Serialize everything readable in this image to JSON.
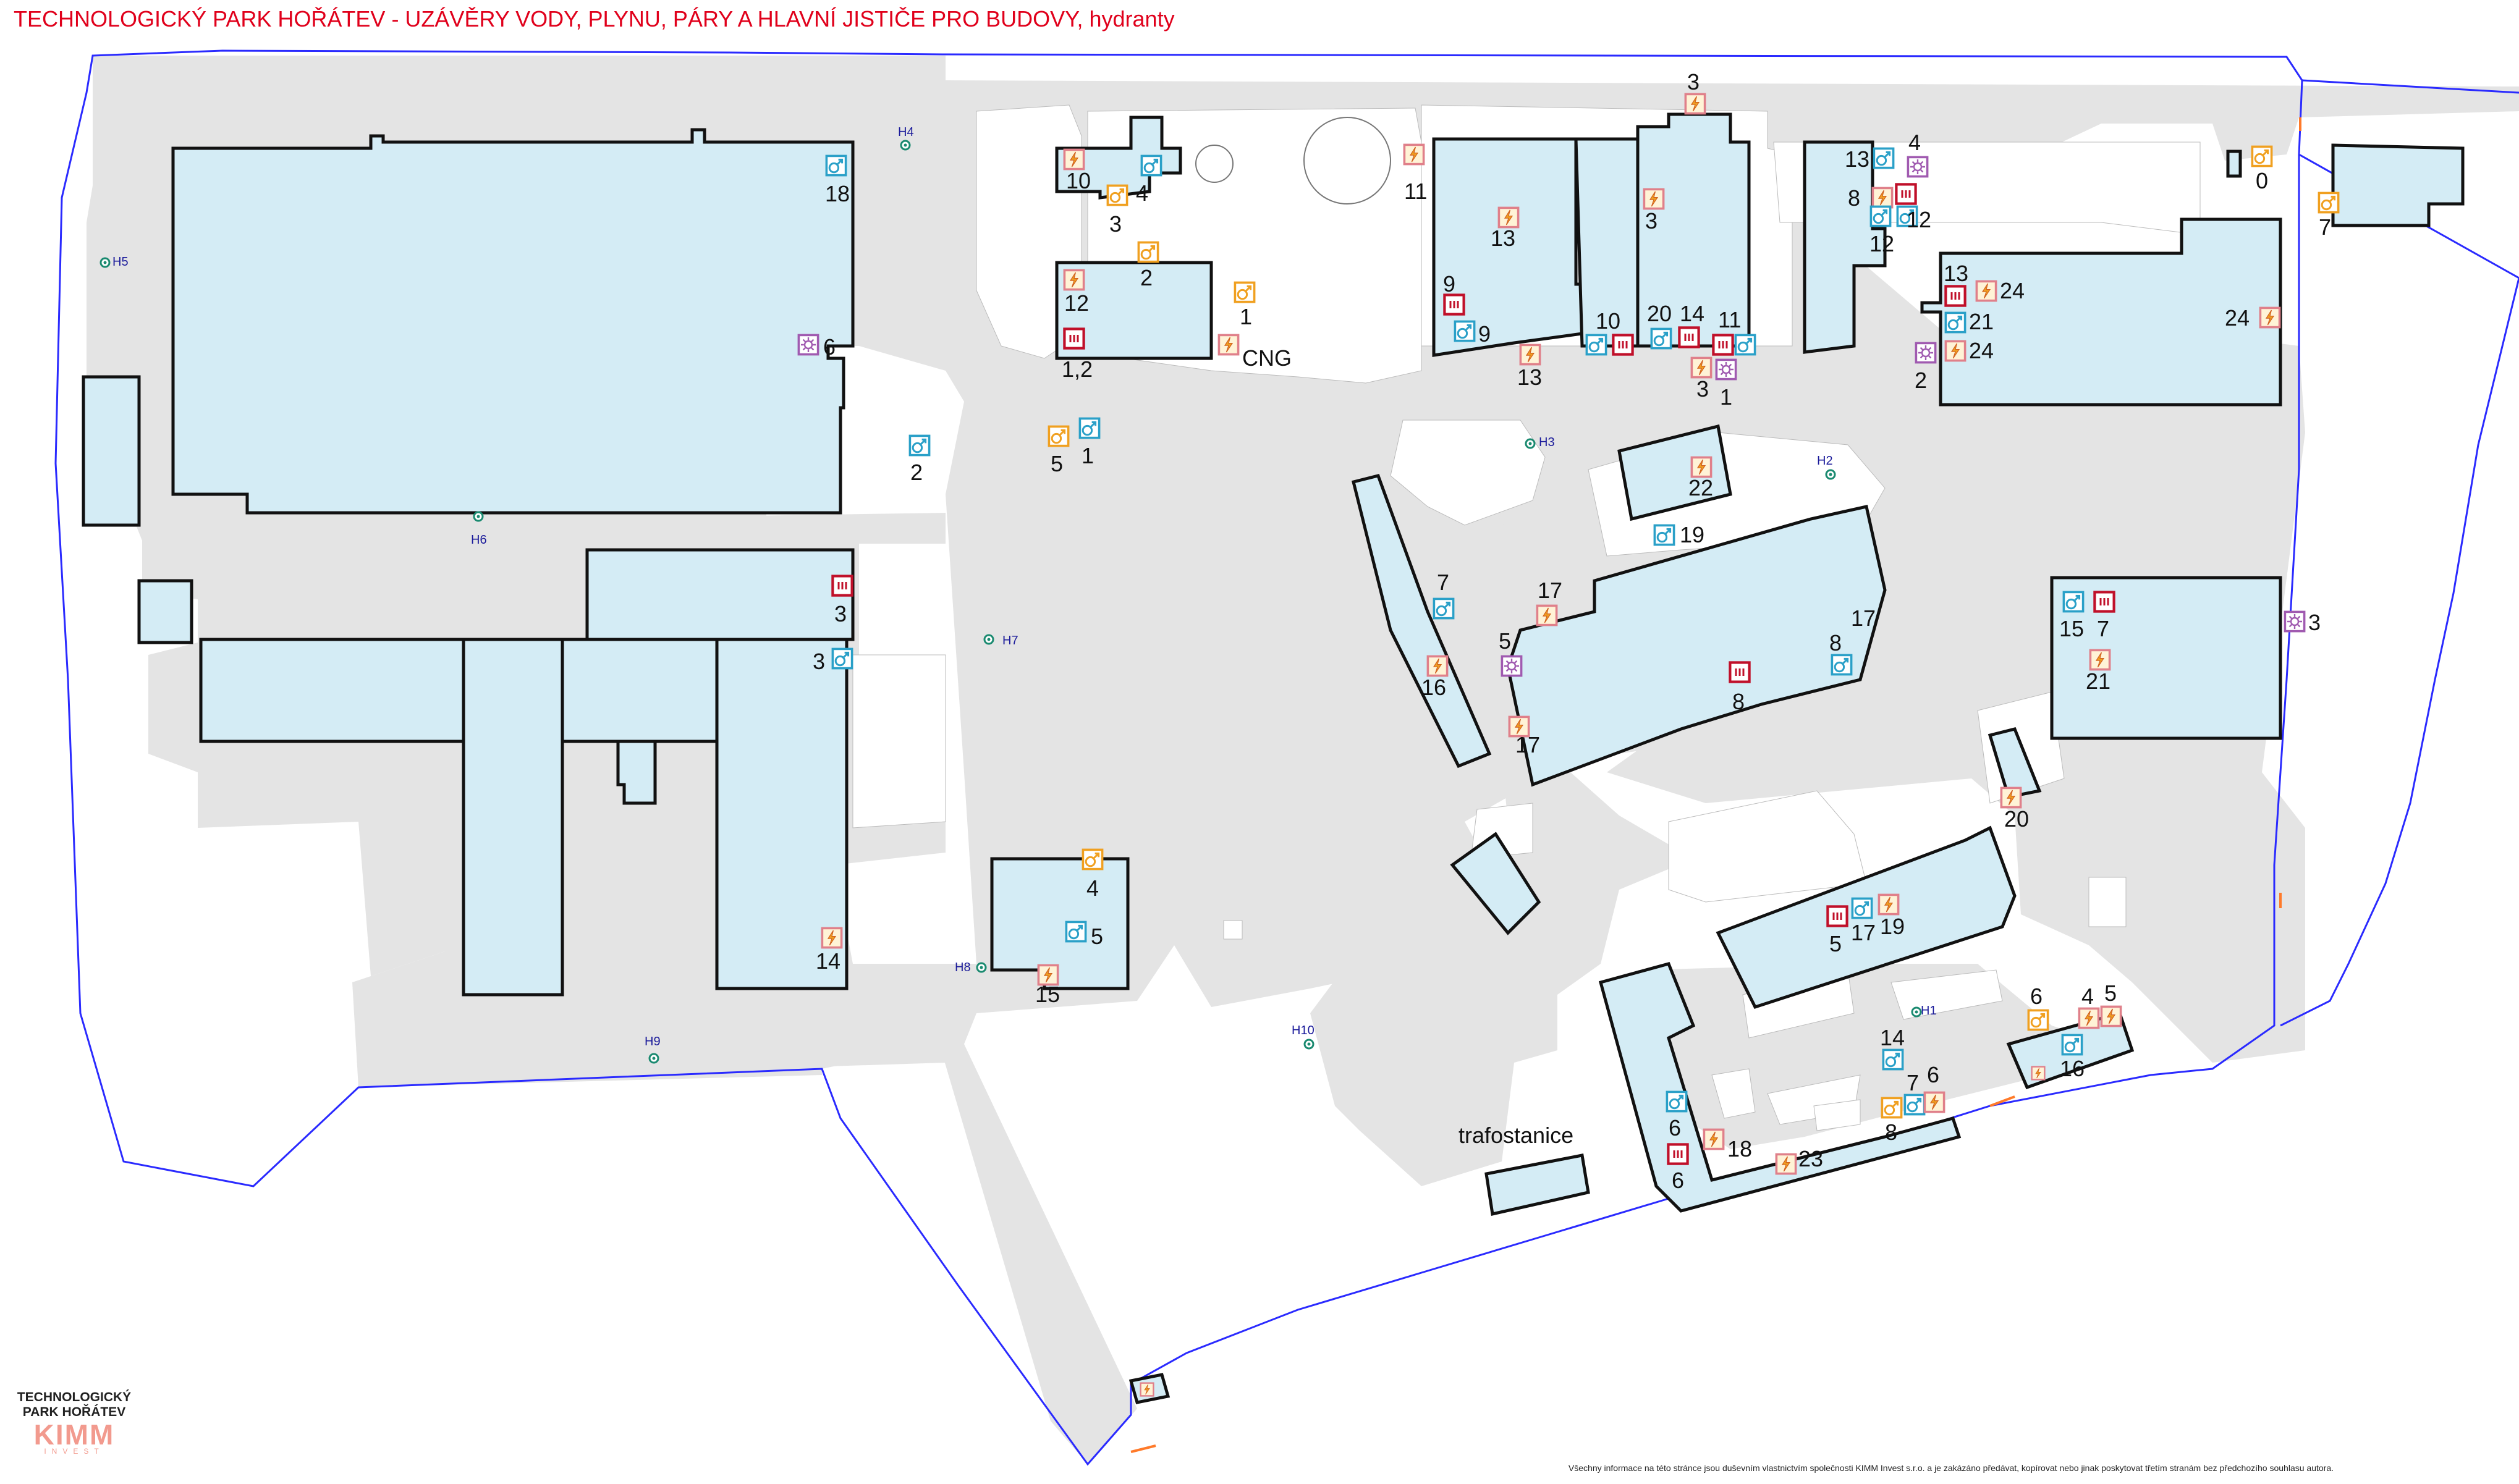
{
  "title": "TECHNOLOGICKÝ PARK HOŘÁTEV - UZÁVĚRY VODY, PLYNU, PÁRY A HLAVNÍ JISTIČE PRO BUDOVY, hydranty",
  "footer": "Všechny informace na této stránce jsou duševním vlastnictvím společnosti KIMM Invest s.r.o. a je zakázáno předávat, kopírovat nebo jinak poskytovat třetím stranám bez předchozího souhlasu autora.",
  "logo": {
    "line1": "TECHNOLOGICKÝ",
    "line2": "PARK HOŘÁTEV",
    "brand": "KIMM",
    "sub": "INVEST"
  },
  "colors": {
    "building": "#d4ecf5",
    "road": "#e4e4e4",
    "boundary": "#2a2aff",
    "water": "#2aa0c8",
    "gas": "#f0a020",
    "electric": "#e0808a",
    "steam": "#c0102a",
    "heating": "#a05ab0",
    "hydrant": "#1a8a70"
  },
  "legend_icons": {
    "water": "water-valve-icon",
    "gas": "gas-valve-icon",
    "electric": "main-breaker-icon",
    "steam": "steam-valve-icon",
    "heating": "heating-icon",
    "hydrant": "hydrant-icon"
  },
  "hydrants": [
    "H1",
    "H2",
    "H3",
    "H4",
    "H5",
    "H6",
    "H7",
    "H8",
    "H9",
    "H10"
  ],
  "labels": {
    "n18": "18",
    "n6a": "6",
    "n2a": "2",
    "n3a": "3",
    "n3b": "3",
    "n14a": "14",
    "n10a": "10",
    "n4a": "4",
    "n3c": "3",
    "n2b": "2",
    "n12a": "12",
    "n1a": "1,2",
    "n1b": "1",
    "cng": "CNG",
    "n5a": "5",
    "n1c": "1",
    "n4b": "4",
    "n5b": "5",
    "n15a": "15",
    "n11a": "11",
    "n3d": "3",
    "n13a": "13",
    "n3e": "3",
    "n9a": "9",
    "n9b": "9",
    "n13b": "13",
    "n10b": "10",
    "n20a": "20",
    "n14b": "14",
    "n11b": "11",
    "n3f": "3",
    "n1d": "1",
    "n13c": "13",
    "n4c": "4",
    "n8a": "8",
    "n12b": "12",
    "n12c": "12",
    "n0a": "0",
    "n7a": "7",
    "n13d": "13",
    "n24a": "24",
    "n21a": "21",
    "n24b": "24",
    "n2c": "2",
    "n24c": "24",
    "n22a": "22",
    "n19a": "19",
    "n7b": "7",
    "n17a": "17",
    "n5c": "5",
    "n16a": "16",
    "n17b": "17",
    "n8b": "8",
    "n8c": "8",
    "n17c": "17",
    "n15b": "15",
    "n7c": "7",
    "n21b": "21",
    "n3g": "3",
    "n20b": "20",
    "n5d": "5",
    "n17d": "17",
    "n19b": "19",
    "n6b": "6",
    "n4d": "4",
    "n5e": "5",
    "n16b": "16",
    "n14c": "14",
    "n7d": "7",
    "n6c": "6",
    "n8d": "8",
    "n6d": "6",
    "n6e": "6",
    "n18b": "18",
    "n23a": "23",
    "trafostanice": "trafostanice"
  }
}
